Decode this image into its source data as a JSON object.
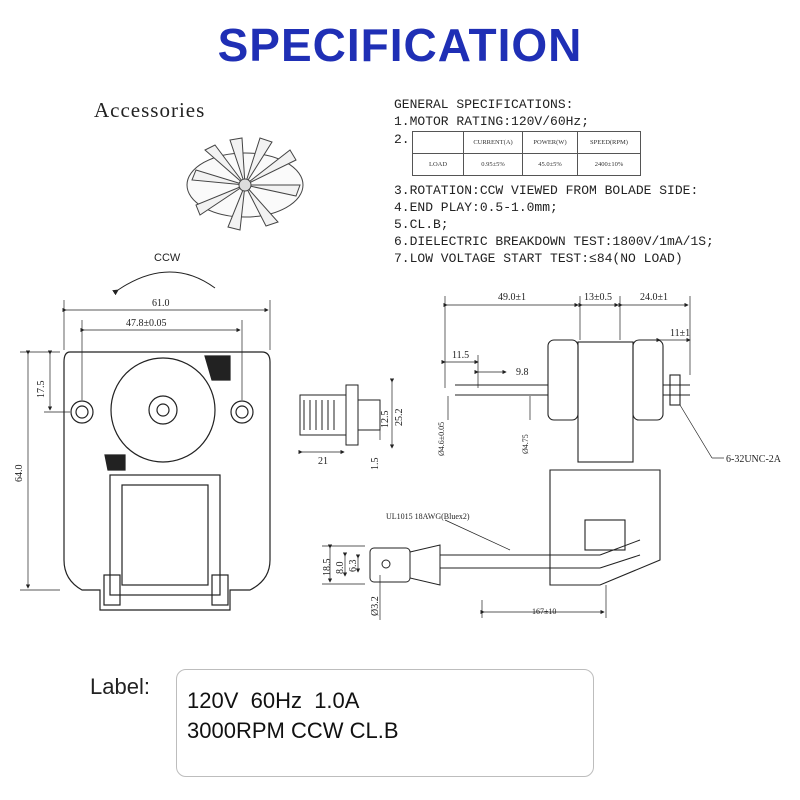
{
  "title": "SPECIFICATION",
  "accessories_label": "Accessories",
  "general_specs": {
    "heading": "GENERAL SPECIFICATIONS:",
    "item1": "1.MOTOR RATING:120V/60Hz;",
    "item2_num": "2.",
    "table": {
      "headers": [
        "",
        "CURRENT(A)",
        "POWER(W)",
        "SPEED(RPM)"
      ],
      "row": [
        "LOAD",
        "0.95±5%",
        "45.0±5%",
        "2400±10%"
      ]
    },
    "item3": "3.ROTATION:CCW VIEWED FROM BOLADE SIDE:",
    "item4": "4.END PLAY:0.5-1.0mm;",
    "item5": "5.CL.B;",
    "item6": "6.DIELECTRIC BREAKDOWN TEST:1800V/1mA/1S;",
    "item7": "7.LOW VOLTAGE START TEST:≤84(NO LOAD)"
  },
  "front_view": {
    "ccw": "CCW",
    "dim_width": "61.0",
    "dim_holes": "47.8±0.05",
    "dim_offset": "17.5",
    "dim_height": "64.0"
  },
  "connector_view": {
    "dim_21": "21",
    "dim_1_5": "1.5",
    "dim_12_5": "12.5",
    "dim_25_2": "25.2"
  },
  "side_view": {
    "dim_49": "49.0±1",
    "dim_13": "13±0.5",
    "dim_24": "24.0±1",
    "dim_11": "11±1",
    "dim_11_5": "11.5",
    "dim_9_8": "9.8",
    "dim_shaft_dia": "Ø4.6±0.05",
    "dim_shaft_dia2": "Ø4.75",
    "thread": "6-32UNC-2A",
    "wire": "UL1015 18AWG(Bluex2)",
    "dim_18_5": "18.5",
    "dim_8_0": "8.0",
    "dim_6_3": "6.3",
    "dim_3_2": "Ø3.2",
    "dim_167": "167±10"
  },
  "label_section": {
    "key": "Label:",
    "line1": "120V  60Hz  1.0A",
    "line2": "3000RPM CCW CL.B"
  },
  "colors": {
    "title": "#1f2fb5",
    "line": "#222222"
  }
}
